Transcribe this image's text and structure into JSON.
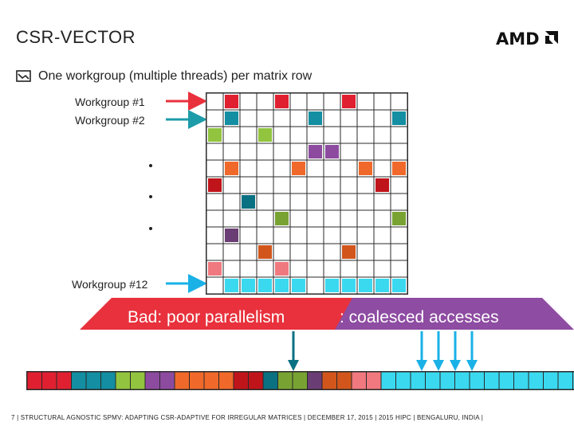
{
  "slide": {
    "title": "CSR-VECTOR",
    "logo_text": "AMD",
    "bullet": "One workgroup (multiple threads) per matrix row",
    "page_number": "7",
    "footer": "7  |  STRUCTURAL AGNOSTIC SPMV: ADAPTING CSR-ADAPTIVE FOR IRREGULAR MATRICES  |  DECEMBER 17, 2015  |  2015 HIPC  |  BENGALURU, INDIA  |"
  },
  "icons": {
    "bullet": "chart-bullet-icon",
    "arrow": "arrow-right-icon",
    "down_arrow": "arrow-down-icon"
  },
  "workgroups": {
    "first": "Workgroup #1",
    "second": "Workgroup #2",
    "last": "Workgroup #12",
    "first_color": "#E8313C",
    "second_color": "#1C9CA8",
    "last_color": "#1AB1E6"
  },
  "banners": {
    "bad": "Bad: poor parallelism",
    "good": ": coalesced accesses",
    "bad_color": "#E8313C",
    "good_color": "#8E4CA2"
  },
  "colors": {
    "red": "#E02030",
    "teal": "#138EA2",
    "lime": "#92C43F",
    "purple": "#8D4BA0",
    "orange": "#F0692A",
    "darkred": "#C0141B",
    "darkteal": "#0A7183",
    "olive": "#78A332",
    "darkpurple": "#6B3D75",
    "darkorange": "#D2561C",
    "pink": "#F0797F",
    "cyan": "#3AD9F0",
    "empty": "#FFFFFF",
    "grid_line": "#2A2A2A"
  },
  "matrix": {
    "rows": [
      [
        "",
        "red",
        "",
        "",
        "red",
        "",
        "",
        "",
        "red",
        "",
        "",
        ""
      ],
      [
        "",
        "teal",
        "",
        "",
        "",
        "",
        "teal",
        "",
        "",
        "",
        "",
        "teal"
      ],
      [
        "lime",
        "",
        "",
        "lime",
        "",
        "",
        "",
        "",
        "",
        "",
        "",
        ""
      ],
      [
        "",
        "",
        "",
        "",
        "",
        "",
        "purple",
        "purple",
        "",
        "",
        "",
        ""
      ],
      [
        "",
        "orange",
        "",
        "",
        "",
        "orange",
        "",
        "",
        "",
        "orange",
        "",
        "orange"
      ],
      [
        "darkred",
        "",
        "",
        "",
        "",
        "",
        "",
        "",
        "",
        "",
        "darkred",
        ""
      ],
      [
        "",
        "",
        "darkteal",
        "",
        "",
        "",
        "",
        "",
        "",
        "",
        "",
        ""
      ],
      [
        "",
        "",
        "",
        "",
        "olive",
        "",
        "",
        "",
        "",
        "",
        "",
        "olive"
      ],
      [
        "",
        "darkpurple",
        "",
        "",
        "",
        "",
        "",
        "",
        "",
        "",
        "",
        ""
      ],
      [
        "",
        "",
        "",
        "darkorange",
        "",
        "",
        "",
        "",
        "darkorange",
        "",
        "",
        ""
      ],
      [
        "pink",
        "",
        "",
        "",
        "pink",
        "",
        "",
        "",
        "",
        "",
        "",
        ""
      ],
      [
        "",
        "cyan",
        "cyan",
        "cyan",
        "cyan",
        "cyan",
        "",
        "cyan",
        "cyan",
        "cyan",
        "cyan",
        "cyan"
      ]
    ]
  },
  "value_array": {
    "cells": [
      "red",
      "red",
      "red",
      "teal",
      "teal",
      "teal",
      "lime",
      "lime",
      "purple",
      "purple",
      "orange",
      "orange",
      "orange",
      "orange",
      "darkred",
      "darkred",
      "darkteal",
      "olive",
      "olive",
      "darkpurple",
      "darkorange",
      "darkorange",
      "pink",
      "pink",
      "cyan",
      "cyan",
      "cyan",
      "cyan",
      "cyan",
      "cyan",
      "cyan",
      "cyan",
      "cyan",
      "cyan",
      "cyan",
      "cyan",
      "cyan",
      "cyan"
    ]
  }
}
